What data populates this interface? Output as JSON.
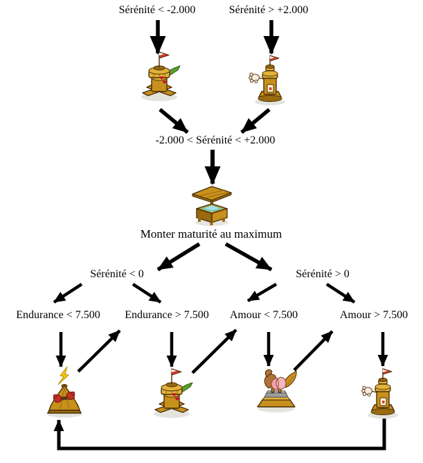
{
  "labels": {
    "top_left": "Sérénité < -2.000",
    "top_right": "Sérénité > +2.000",
    "serenity_mid": "-2.000 < Sérénité < +2.000",
    "maturity": "Monter maturité au maximum",
    "serenity_neg": "Sérénité < 0",
    "serenity_pos": "Sérénité > 0",
    "endurance_lt": "Endurance < 7.500",
    "endurance_gt": "Endurance > 7.500",
    "amour_lt": "Amour < 7.500",
    "amour_gt": "Amour > 7.500"
  },
  "icons": [
    {
      "id": "tower-green-tail-icon",
      "desc": "golden tower machine with red pennant, green tail and red hearts",
      "positions": [
        "top-left",
        "below-endurance-gt"
      ]
    },
    {
      "id": "tower-white-glove-icon",
      "desc": "golden tower machine with red pennant and white slapping glove",
      "positions": [
        "top-right",
        "below-amour-gt"
      ]
    },
    {
      "id": "water-trough-icon",
      "desc": "wooden trough filled with cyan water under a plank roof",
      "positions": [
        "center"
      ]
    },
    {
      "id": "lightning-tent-icon",
      "desc": "golden tent machine with lightning bolt and red boxing gloves",
      "positions": [
        "below-endurance-lt"
      ]
    },
    {
      "id": "mount-statue-icon",
      "desc": "statue of winged mount hindquarters on a pedestal",
      "positions": [
        "below-amour-lt"
      ]
    }
  ],
  "edges": [
    [
      "label:top_left",
      "icon:tower-green-tail-top"
    ],
    [
      "label:top_right",
      "icon:tower-white-glove-top"
    ],
    [
      "icon:tower-green-tail-top",
      "label:serenity_mid"
    ],
    [
      "icon:tower-white-glove-top",
      "label:serenity_mid"
    ],
    [
      "label:serenity_mid",
      "icon:water-trough"
    ],
    [
      "label:maturity",
      "label:serenity_neg"
    ],
    [
      "label:maturity",
      "label:serenity_pos"
    ],
    [
      "label:serenity_neg",
      "label:endurance_lt"
    ],
    [
      "label:serenity_neg",
      "label:endurance_gt"
    ],
    [
      "label:serenity_pos",
      "label:amour_lt"
    ],
    [
      "label:serenity_pos",
      "label:amour_gt"
    ],
    [
      "label:endurance_lt",
      "icon:lightning-tent"
    ],
    [
      "icon:lightning-tent",
      "label:endurance_gt"
    ],
    [
      "label:endurance_gt",
      "icon:tower-green-tail-bottom"
    ],
    [
      "icon:tower-green-tail-bottom",
      "label:amour_lt"
    ],
    [
      "label:amour_lt",
      "icon:mount-statue"
    ],
    [
      "icon:mount-statue",
      "label:amour_gt"
    ],
    [
      "label:amour_gt",
      "icon:tower-white-glove-bottom"
    ],
    [
      "icon:tower-white-glove-bottom",
      "icon:lightning-tent"
    ]
  ],
  "colors": {
    "arrow": "#000000",
    "text": "#000000",
    "gold": "#C8901C",
    "gold_light": "#E2B23A",
    "gold_dark": "#9A6A10",
    "outline": "#4A2E06",
    "green": "#5E9E2E",
    "green_dark": "#2E5E14",
    "flag_red": "#D93A2B",
    "heart_red": "#C80F2E",
    "glove": "#F5EEE0",
    "glove_edge": "#6B4C2A",
    "water": "#69CCC9",
    "water_light": "#A8E2DF",
    "lightning": "#F4C50C",
    "lightning_edge": "#B8900A",
    "pink": "#EFA2AE",
    "pink_light": "#F6B6C0",
    "pink_edge": "#955034",
    "brown": "#B07238",
    "slab": "#9E9E9E",
    "slab_light": "#C2C2C2",
    "slab_edge": "#4C4C4C",
    "belt": "#5C3A12",
    "boxing_red": "#C23026",
    "boxing_edge": "#7A1812",
    "shadow": "#E4E4DE",
    "card": "#FFF6E0"
  }
}
